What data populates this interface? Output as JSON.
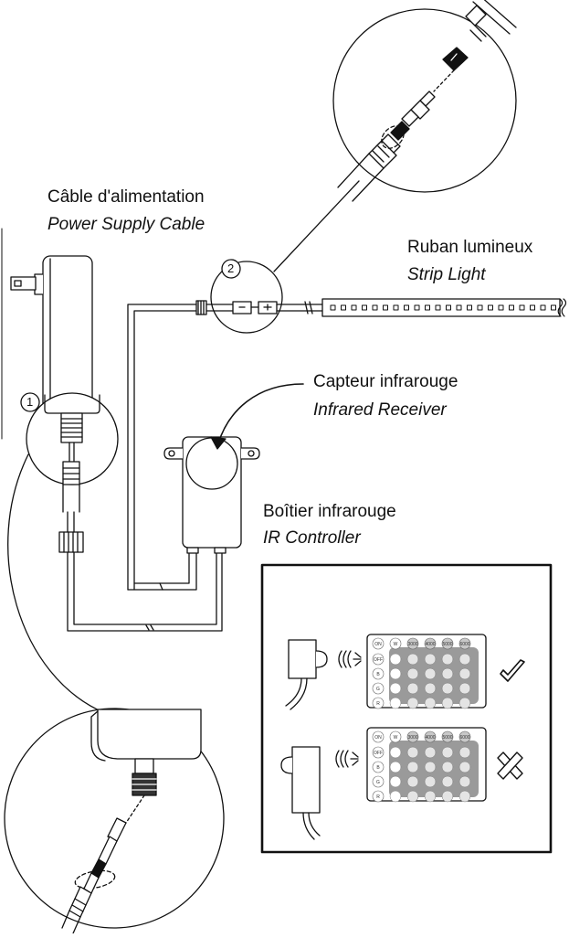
{
  "labels": {
    "power_supply_fr": "Câble d'alimentation",
    "power_supply_en": "Power Supply Cable",
    "strip_fr": "Ruban lumineux",
    "strip_en": "Strip Light",
    "receiver_fr": "Capteur infrarouge",
    "receiver_en": "Infrared Receiver",
    "controller_fr": "Boîtier infrarouge",
    "controller_en": "IR Controller"
  },
  "callouts": {
    "one": "1",
    "two": "2"
  },
  "remote": {
    "top_row": [
      "ON",
      "W",
      "3000",
      "4000",
      "5000",
      "6000"
    ],
    "side_col": [
      "OFF",
      "B",
      "G",
      "R"
    ]
  },
  "outcomes": {
    "correct": "check-mark",
    "incorrect": "cross-mark"
  },
  "colors": {
    "line": "#111111",
    "remote_key": "#c8c8c8",
    "remote_key_dark": "#9a9a9a"
  }
}
